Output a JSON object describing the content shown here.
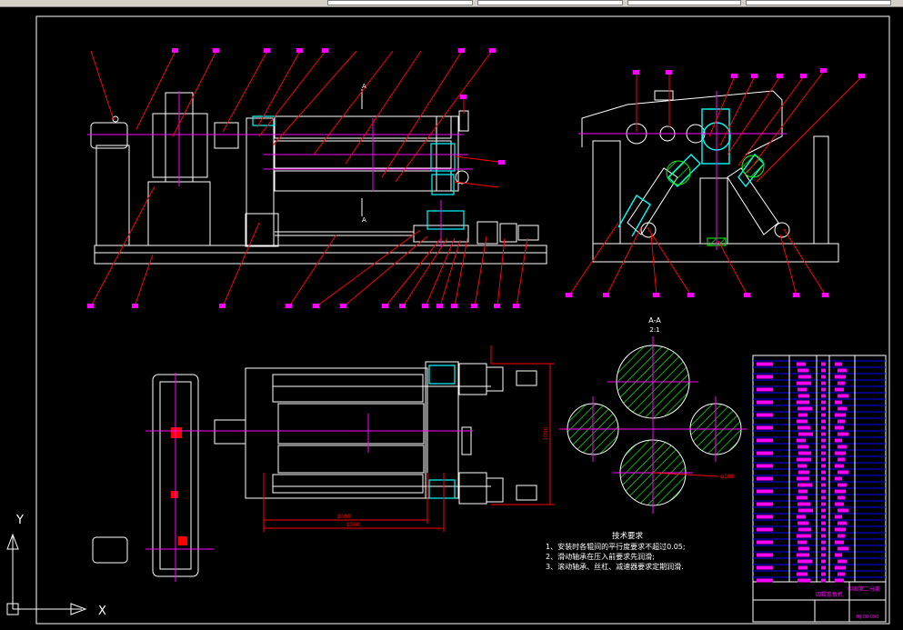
{
  "technical_requirements": {
    "heading": "技术要求",
    "items": [
      "1、安装时各辊间的平行度要求不超过0.05;",
      "2、滑动轴承在压入前要求先润滑;",
      "3、滚动轴承、丝杠、减速器要求定期润滑."
    ]
  },
  "section": {
    "label": "A-A",
    "scale": "2:1",
    "cut_mark": "A"
  },
  "dimensions": {
    "d1": "1080",
    "d2": "1260",
    "d3": "1090",
    "d4": "φ180"
  },
  "ucs": {
    "x_label": "X",
    "y_label": "Y"
  },
  "title_block": {
    "name": "四辊卷板机",
    "designer": "中国第二分离",
    "drawing_no": "HJ-00-000"
  },
  "colors": {
    "background": "#000000",
    "outline": "#ffffff",
    "center": "#ff00ff",
    "leader": "#ff0000",
    "part": "#00ffff",
    "hatch": "#00ff00",
    "label": "#ff00ff"
  }
}
